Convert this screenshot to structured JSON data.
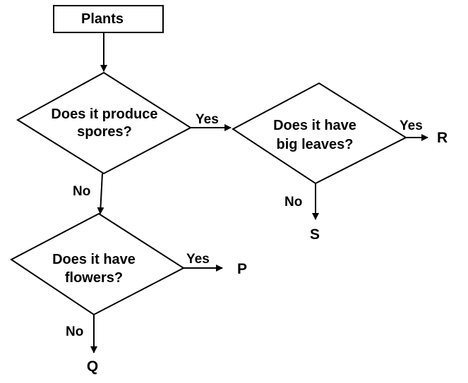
{
  "root": {
    "label": "Plants"
  },
  "decisions": {
    "spores": {
      "line1": "Does it produce",
      "line2": "spores?"
    },
    "big_leaves": {
      "line1": "Does it have",
      "line2": "big leaves?"
    },
    "flowers": {
      "line1": "Does it have",
      "line2": "flowers?"
    }
  },
  "edges": {
    "spores_yes": "Yes",
    "spores_no": "No",
    "big_leaves_yes": "Yes",
    "big_leaves_no": "No",
    "flowers_yes": "Yes",
    "flowers_no": "No"
  },
  "outcomes": {
    "r": "R",
    "s": "S",
    "p": "P",
    "q": "Q"
  }
}
